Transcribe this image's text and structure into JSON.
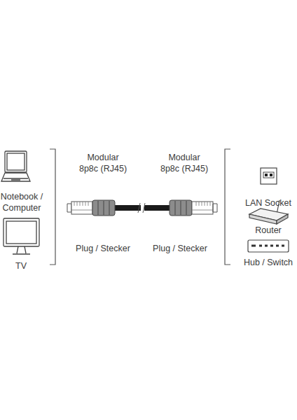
{
  "diagram": {
    "labels": [
      "Notebook / Computer",
      "TV",
      "Modular 8p8c (RJ45)",
      "Modular 8p8c (RJ45)",
      "Plug / Stecker",
      "Plug / Stecker",
      "LAN Socket",
      "Router",
      "Hub / Switch"
    ]
  }
}
